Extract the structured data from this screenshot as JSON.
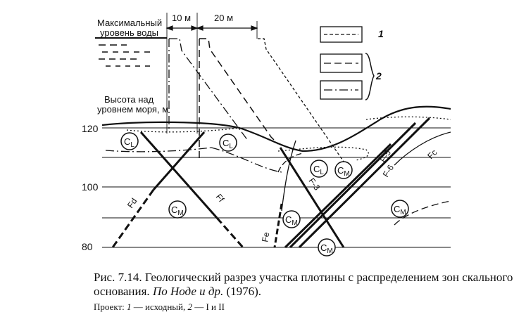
{
  "labels": {
    "max_water_line1": "Максимальный",
    "max_water_line2": "уровень воды",
    "dim_10": "10 м",
    "dim_20": "20 м",
    "height_line1": "Высота над",
    "height_line2": "уровнем моря, м",
    "y120": "120",
    "y100": "100",
    "y80": "80",
    "legend_1": "1",
    "legend_2": "2",
    "zone_cl": "C",
    "zone_cl_sub": "L",
    "zone_cm": "C",
    "zone_cm_sub": "M",
    "fault_fd": "Fd",
    "fault_ff": "Ff",
    "fault_fe": "Fe",
    "fault_f3": "F-3",
    "fault_f5": "F-5",
    "fault_f6": "F-6",
    "fault_fc": "Fc"
  },
  "caption": {
    "main": "Рис. 7.14. Геологический разрез участка плотины с распределением зон скального основания.",
    "author": "По Ноде и др.",
    "year": "(1976)."
  },
  "project": {
    "prefix": "Проект:",
    "n1": "1",
    "t1": "— исходный,",
    "n2": "2",
    "t2": "— I и II"
  }
}
